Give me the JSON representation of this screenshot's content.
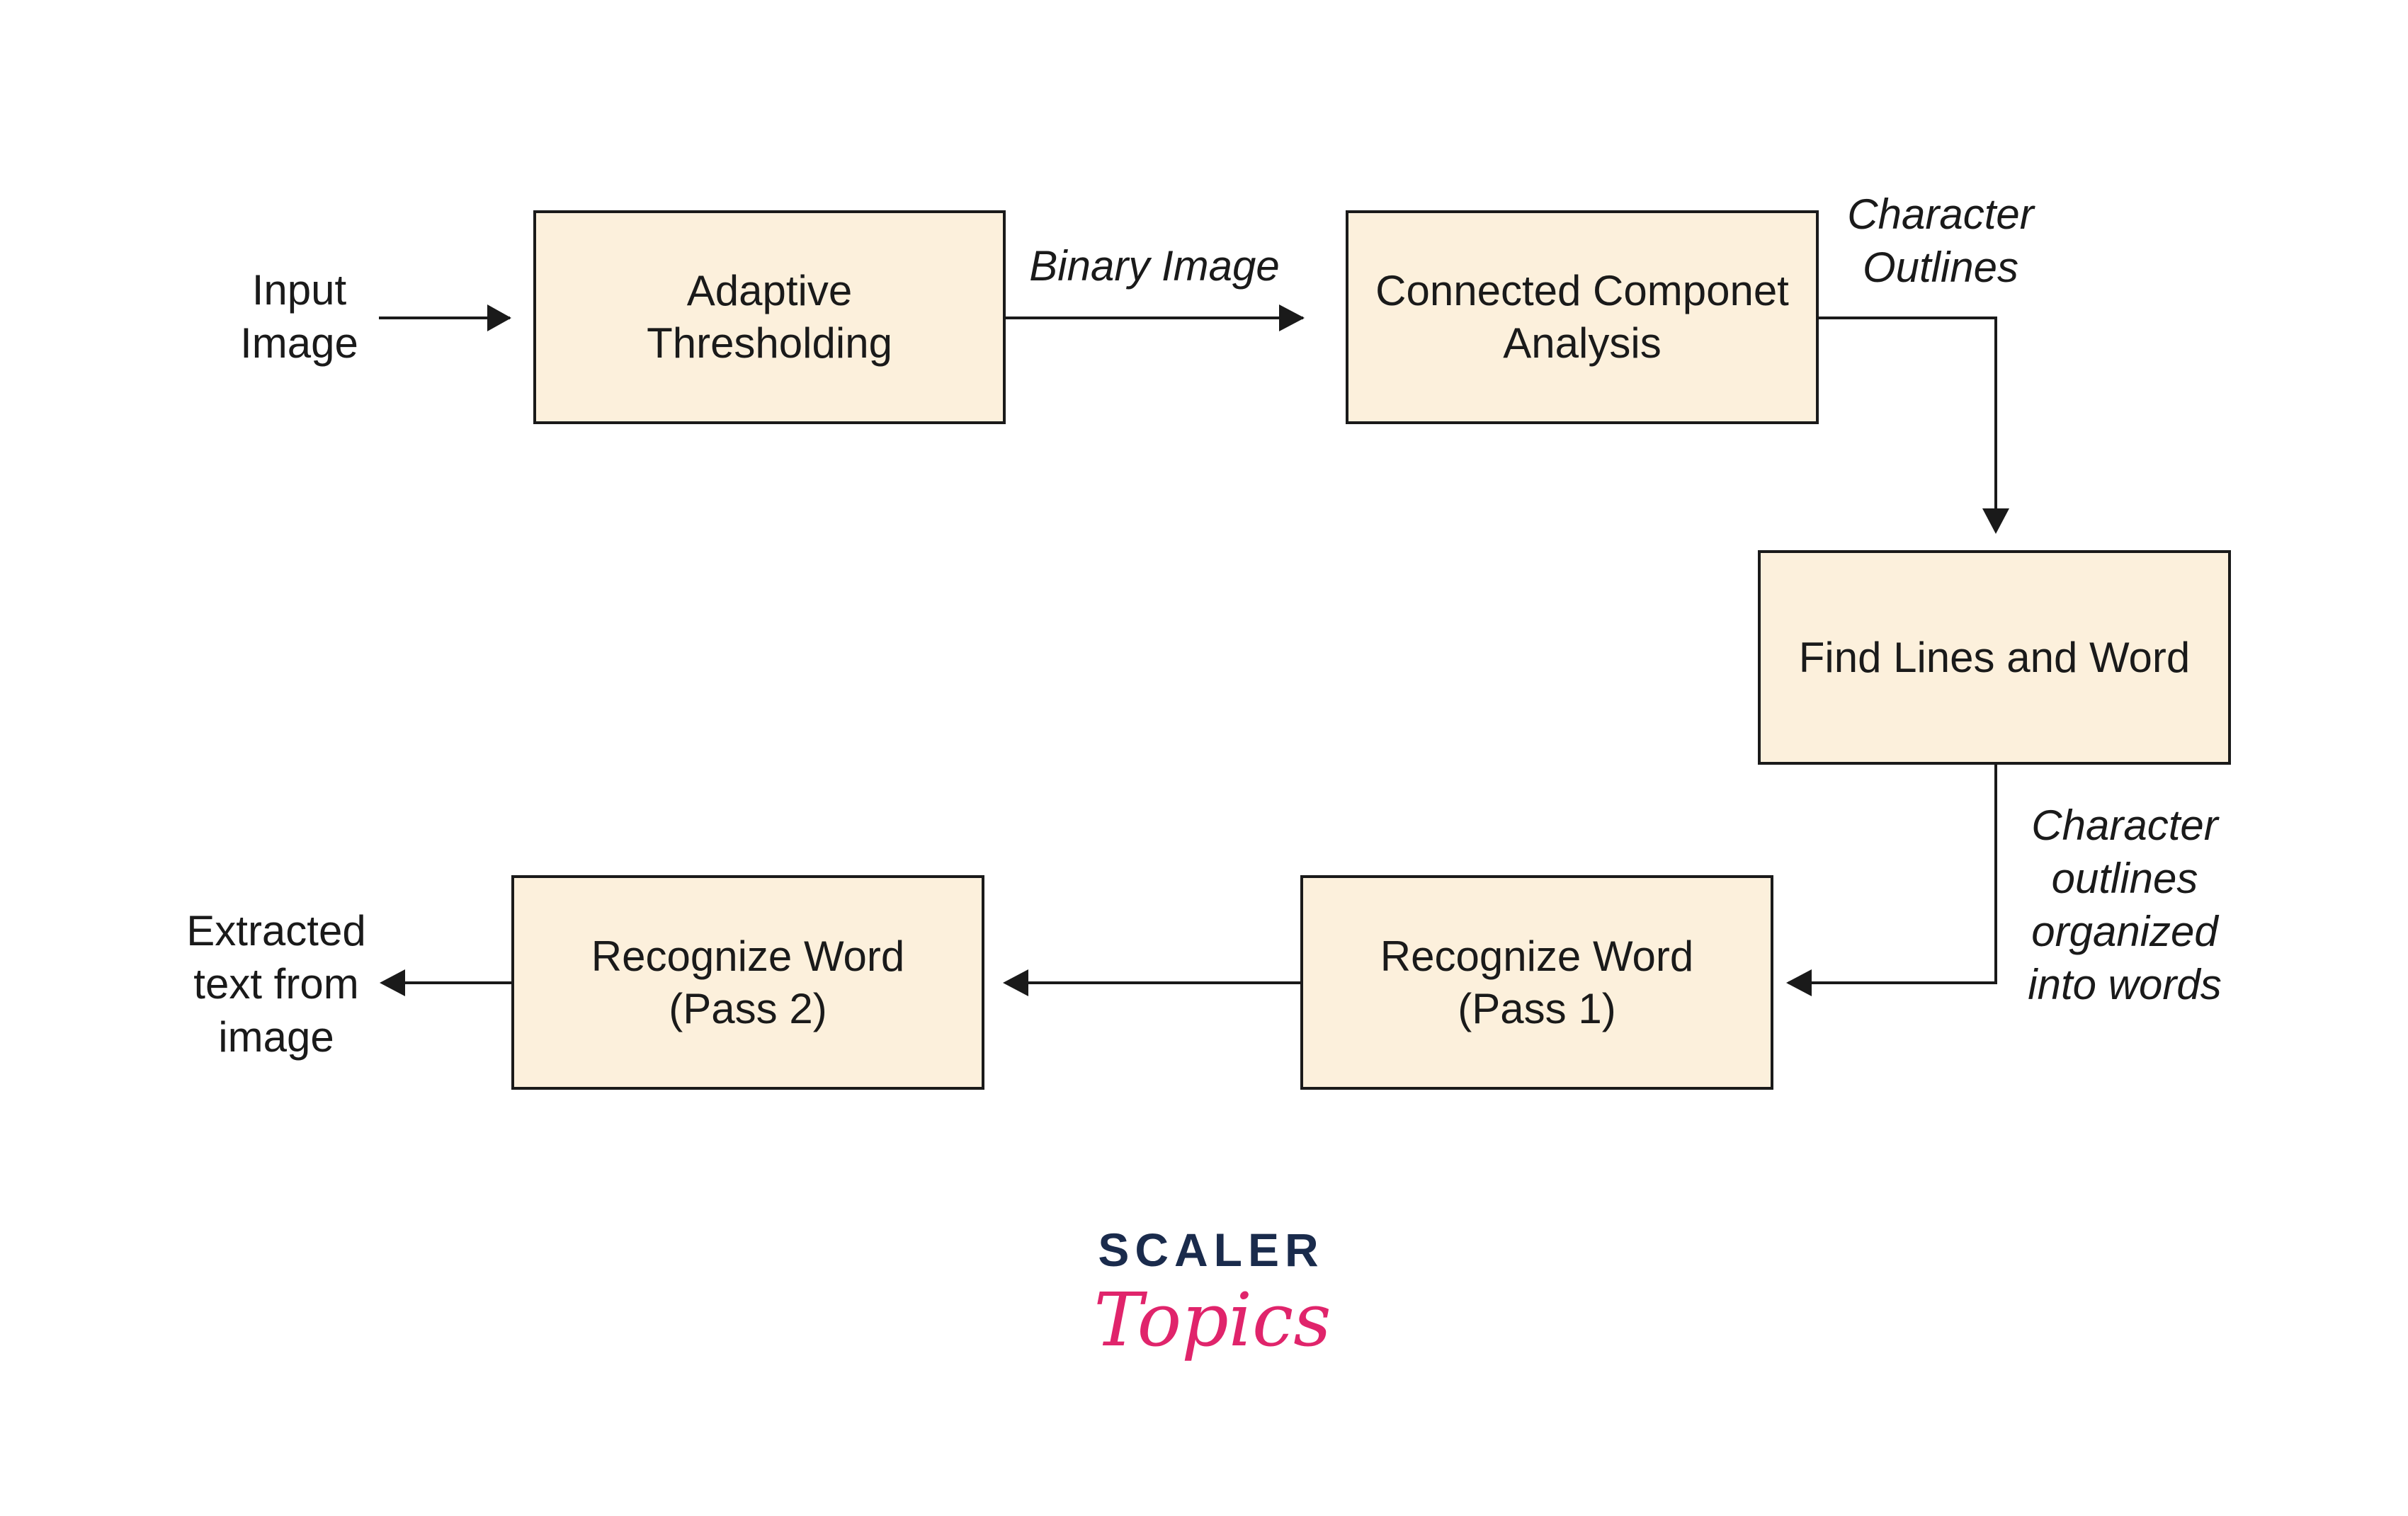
{
  "diagram": {
    "nodes": {
      "adaptive_thresholding": "Adaptive\nThresholding",
      "connected_component_analysis": "Connected Componet\nAnalysis",
      "find_lines_and_word": "Find Lines and Word",
      "recognize_word_pass1": "Recognize Word\n(Pass 1)",
      "recognize_word_pass2": "Recognize Word\n(Pass 2)"
    },
    "labels": {
      "input_image": "Input\nImage",
      "binary_image": "Binary Image",
      "character_outlines": "Character\nOutlines",
      "character_outlines_words": "Character\noutlines\norganized\ninto words",
      "extracted_text": "Extracted\ntext from\nimage"
    }
  },
  "logo": {
    "line1": "SCALER",
    "line2": "Topics",
    "color_dark": "#1a2b4c",
    "color_pink": "#e0246b"
  },
  "colors": {
    "box_fill": "#fcf0dc",
    "stroke": "#1a1a1a"
  }
}
